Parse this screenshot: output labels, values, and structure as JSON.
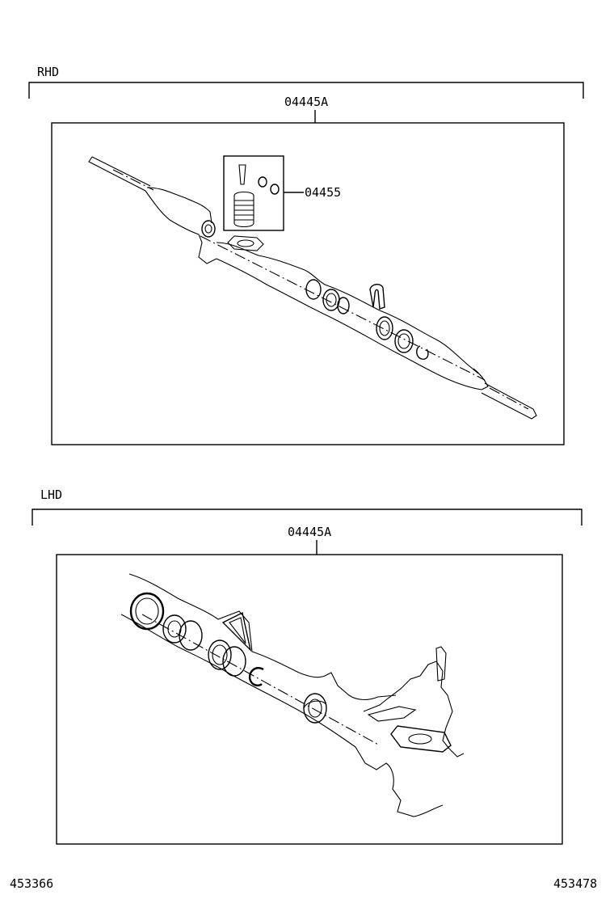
{
  "rhd_section": {
    "heading": "RHD",
    "assembly_part_number": "04445A",
    "sub_part_number": "04455"
  },
  "lhd_section": {
    "heading": "LHD",
    "assembly_part_number": "04445A"
  },
  "footer": {
    "left_code": "453366",
    "right_code": "453478"
  },
  "icons": [
    "rhd-steering-rack-icon",
    "lhd-steering-rack-icon",
    "valve-spring-kit-icon"
  ]
}
